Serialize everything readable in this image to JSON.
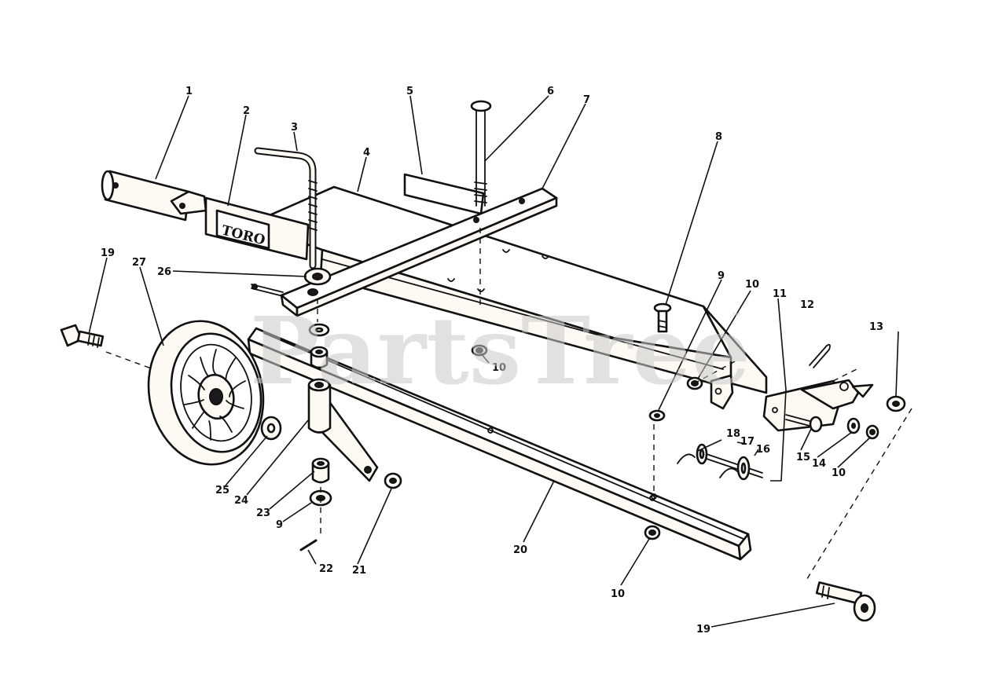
{
  "diagram": {
    "logo_text": "TORO",
    "watermark": "PartsTree",
    "watermark_mark": "™",
    "callouts": [
      {
        "id": "c1",
        "text": "1"
      },
      {
        "id": "c2",
        "text": "2"
      },
      {
        "id": "c3",
        "text": "3"
      },
      {
        "id": "c4",
        "text": "4"
      },
      {
        "id": "c5",
        "text": "5"
      },
      {
        "id": "c6",
        "text": "6"
      },
      {
        "id": "c7",
        "text": "7"
      },
      {
        "id": "c8",
        "text": "8"
      },
      {
        "id": "c9a",
        "text": "9"
      },
      {
        "id": "c10a",
        "text": "10"
      },
      {
        "id": "c11",
        "text": "11"
      },
      {
        "id": "c12",
        "text": "12"
      },
      {
        "id": "c13",
        "text": "13"
      },
      {
        "id": "c19a",
        "text": "19"
      },
      {
        "id": "c27",
        "text": "27"
      },
      {
        "id": "c26",
        "text": "26"
      },
      {
        "id": "c10b",
        "text": "10"
      },
      {
        "id": "c18",
        "text": "18"
      },
      {
        "id": "c17",
        "text": "17"
      },
      {
        "id": "c16",
        "text": "16"
      },
      {
        "id": "c15",
        "text": "15"
      },
      {
        "id": "c14",
        "text": "14"
      },
      {
        "id": "c10c",
        "text": "10"
      },
      {
        "id": "c25",
        "text": "25"
      },
      {
        "id": "c24",
        "text": "24"
      },
      {
        "id": "c23",
        "text": "23"
      },
      {
        "id": "c9b",
        "text": "9"
      },
      {
        "id": "c21",
        "text": "21"
      },
      {
        "id": "c22",
        "text": "22"
      },
      {
        "id": "c20",
        "text": "20"
      },
      {
        "id": "c10d",
        "text": "10"
      },
      {
        "id": "c19b",
        "text": "19"
      }
    ]
  }
}
